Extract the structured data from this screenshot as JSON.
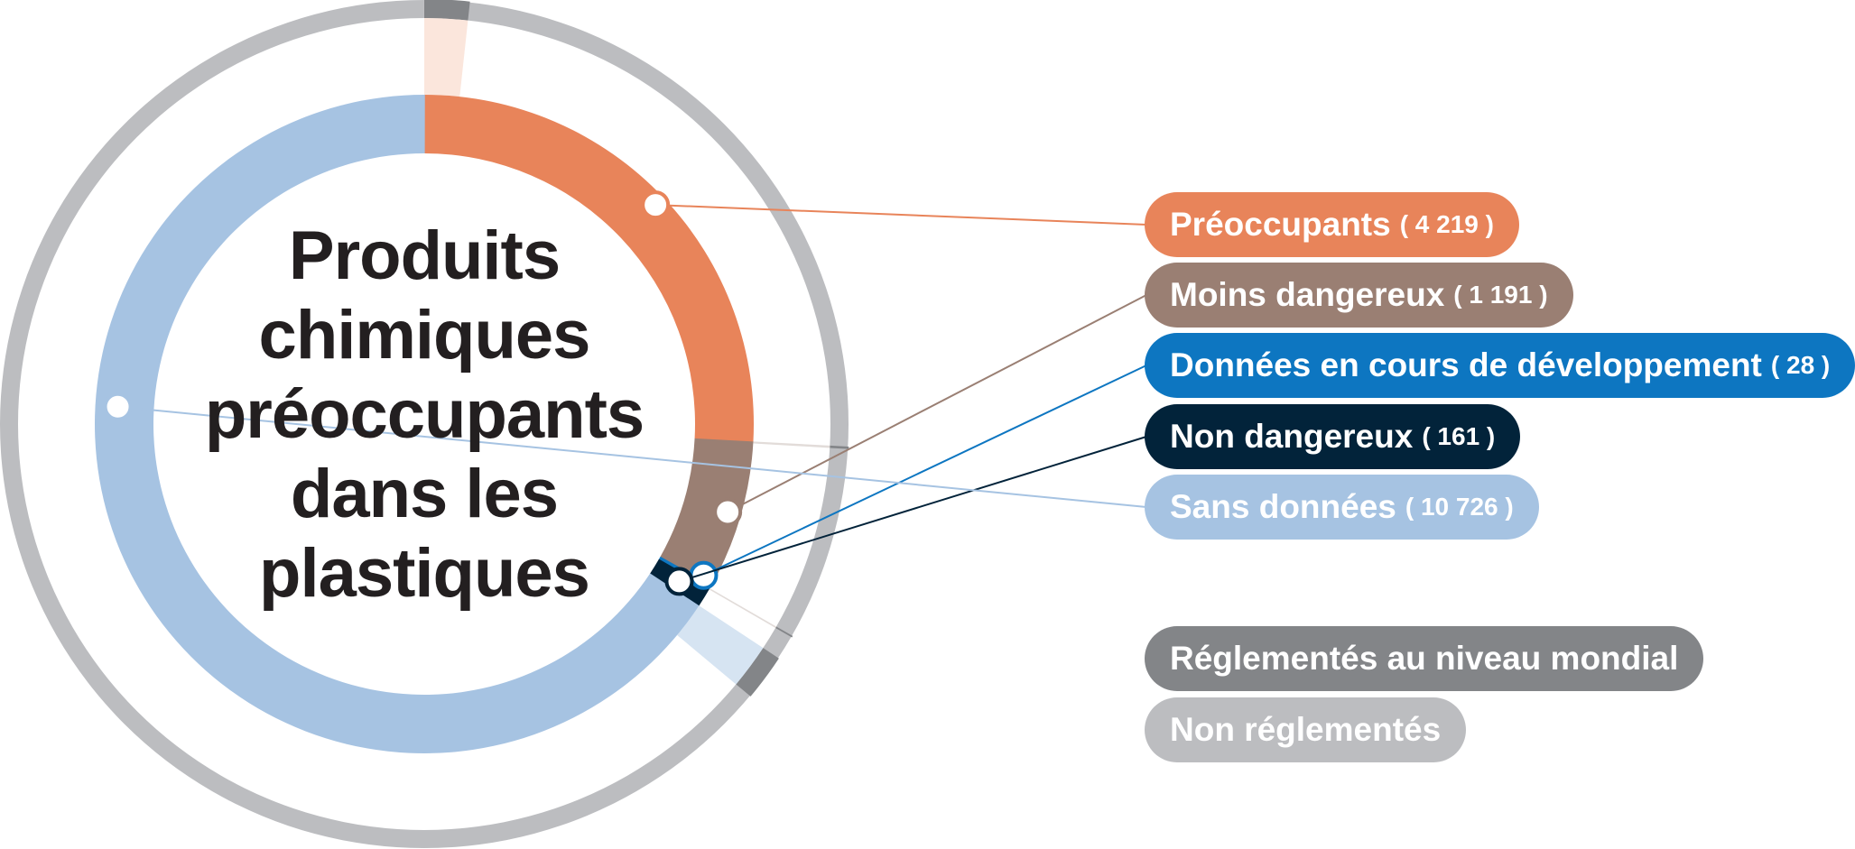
{
  "chart_data": {
    "type": "pie",
    "title": "Produits chimiques préoccupants dans les plastiques",
    "title_lines": [
      "Produits",
      "chimiques",
      "préoccupants",
      "dans les",
      "plastiques"
    ],
    "series": [
      {
        "label": "Préoccupants",
        "count": "( 4 219 )",
        "value": 4219,
        "color": "#e8845a",
        "regulated_value": 280
      },
      {
        "label": "Moins dangereux",
        "count": "( 1 191 )",
        "value": 1191,
        "color": "#9a7f73",
        "regulated_value": 15
      },
      {
        "label": "Données en cours de développement",
        "count": "( 28 )",
        "value": 28,
        "color": "#0d76c1",
        "regulated_value": 0
      },
      {
        "label": "Non dangereux",
        "count": "( 161 )",
        "value": 161,
        "color": "#02233a",
        "regulated_value": 3
      },
      {
        "label": "Sans données",
        "count": "( 10 726 )",
        "value": 10726,
        "color": "#a6c3e2",
        "regulated_value": 290
      }
    ],
    "regulation_legend": [
      {
        "label": "Réglementés au niveau mondial",
        "color": "#838588"
      },
      {
        "label": "Non réglementés",
        "color": "#bcbdc0"
      }
    ],
    "legend_position": "right"
  }
}
